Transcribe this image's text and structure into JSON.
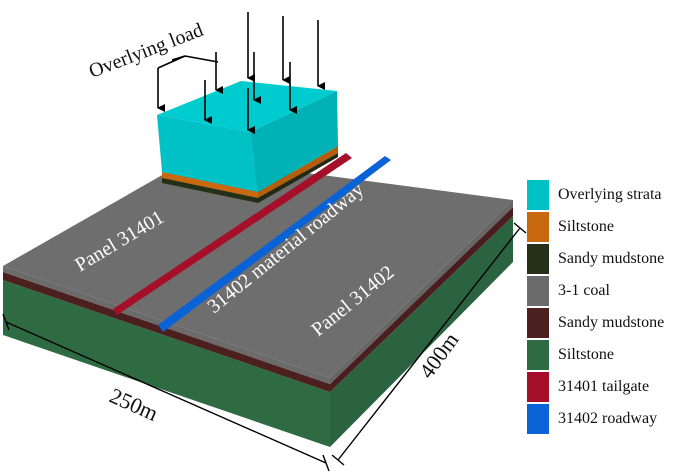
{
  "labels": {
    "overlying_load": "Overlying load",
    "panel_31401": "Panel 31401",
    "panel_31402": "Panel 31402",
    "material_roadway": "31402 material roadway",
    "dim_width": "250m",
    "dim_length": "400m"
  },
  "legend": [
    {
      "label": "Overlying strata",
      "color": "#00c2c6"
    },
    {
      "label": "Siltstone",
      "color": "#c8690f"
    },
    {
      "label": "Sandy mudstone",
      "color": "#263018"
    },
    {
      "label": "3-1 coal",
      "color": "#6b6b6b"
    },
    {
      "label": "Sandy mudstone",
      "color": "#4d2020"
    },
    {
      "label": "Siltstone",
      "color": "#2e6b42"
    },
    {
      "label": "31401 tailgate",
      "color": "#a50f2a"
    },
    {
      "label": "31402 roadway",
      "color": "#0a63d6"
    }
  ]
}
